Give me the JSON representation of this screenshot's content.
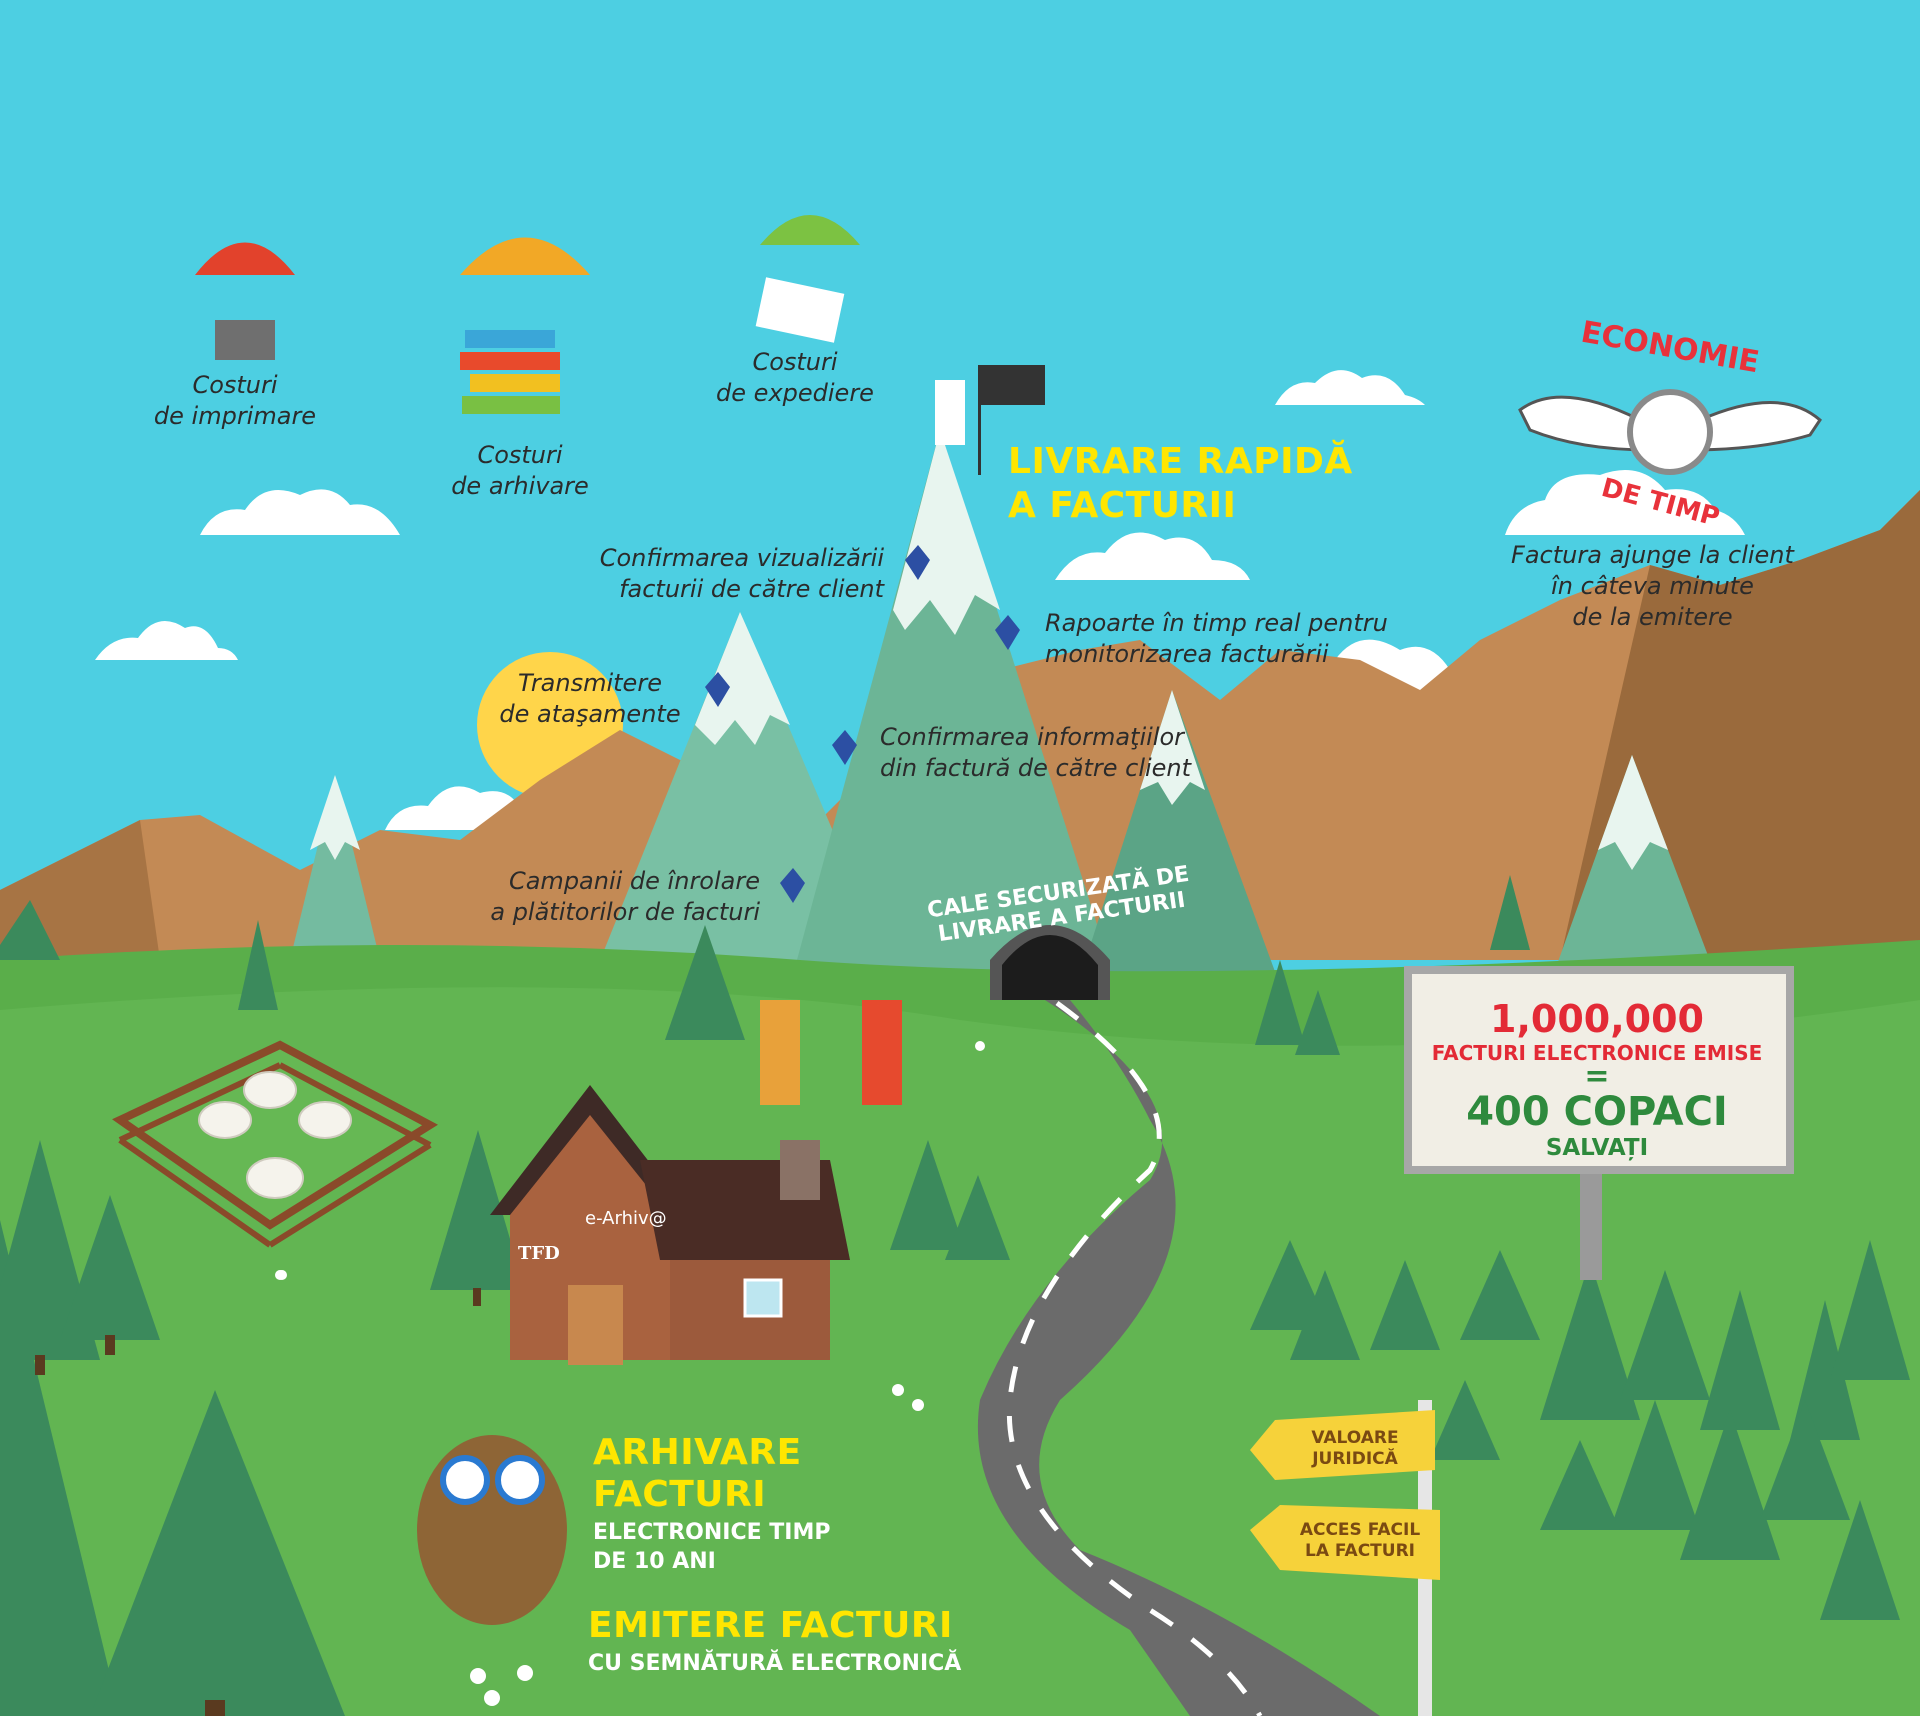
{
  "drops": {
    "printing": [
      "Costuri",
      "de imprimare"
    ],
    "archiving": [
      "Costuri",
      "de arhivare"
    ],
    "shipping": [
      "Costuri",
      "de expediere"
    ]
  },
  "summit": {
    "title": [
      "LIVRARE RAPIDĂ",
      "A FACTURII"
    ]
  },
  "features": {
    "view_confirm": [
      "Confirmarea vizualizării",
      "facturii de către client"
    ],
    "reports": [
      "Rapoarte în timp real pentru",
      "monitorizarea facturării"
    ],
    "attachments": [
      "Transmitere",
      "de ataşamente"
    ],
    "info_confirm": [
      "Confirmarea informaţiilor",
      "din factură de către client"
    ],
    "enrollment": [
      "Campanii de înrolare",
      "a plătitorilor de facturi"
    ]
  },
  "economy": {
    "badge_top": "ECONOMIE",
    "badge_bottom": "DE TIMP",
    "caption": [
      "Factura ajunge la client",
      "în câteva minute",
      "de la emitere"
    ]
  },
  "tunnel": {
    "arc_text": "CALE SECURIZATĂ DE LIVRARE A FACTURII"
  },
  "billboard": {
    "count": "1,000,000",
    "count_label": "FACTURI ELECTRONICE EMISE",
    "equals": "=",
    "trees": "400 COPACI",
    "trees_label": "SALVAȚI"
  },
  "house": {
    "sign": "e-Arhiv@",
    "tag": "TFD"
  },
  "archive": {
    "title": [
      "ARHIVARE",
      "FACTURI"
    ],
    "subtitle": [
      "ELECTRONICE TIMP",
      "DE 10 ANI"
    ]
  },
  "emit": {
    "title": "EMITERE FACTURI",
    "subtitle": "CU SEMNĂTURĂ ELECTRONICĂ"
  },
  "signpost": {
    "legal": [
      "VALOARE",
      "JURIDICĂ"
    ],
    "access": [
      "ACCES FACIL",
      "LA FACTURI"
    ]
  },
  "colors": {
    "sky": "#4dcfe2",
    "grass": "#5aae4a",
    "mountain_green": "#6cb596",
    "mountain_brown": "#c38a55",
    "accent_yellow": "#ffe600",
    "accent_red": "#e32a36"
  }
}
